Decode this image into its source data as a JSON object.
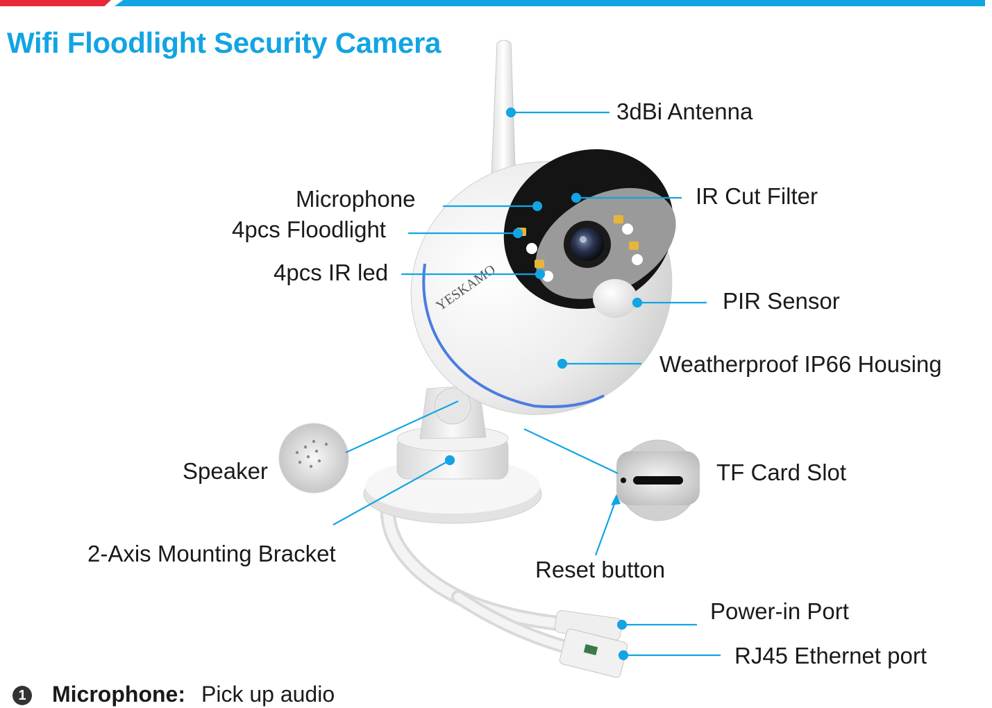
{
  "title": "Wifi Floodlight Security Camera",
  "brand_text": "YESKAMO",
  "labels": {
    "antenna": "3dBi Antenna",
    "microphone": "Microphone",
    "ir_cut_filter": "IR Cut Filter",
    "floodlight": "4pcs Floodlight",
    "ir_led": "4pcs IR led",
    "pir_sensor": "PIR Sensor",
    "housing": "Weatherproof IP66 Housing",
    "speaker": "Speaker",
    "tf_card_slot": "TF Card Slot",
    "bracket": "2-Axis Mounting Bracket",
    "reset_button": "Reset button",
    "power_port": "Power-in Port",
    "rj45_port": "RJ45 Ethernet port"
  },
  "description": {
    "number": "1",
    "term": "Microphone:",
    "text": "Pick up audio"
  },
  "colors": {
    "accent_blue": "#12a4e3",
    "accent_red": "#e8283a",
    "title": "#12a4e3"
  }
}
